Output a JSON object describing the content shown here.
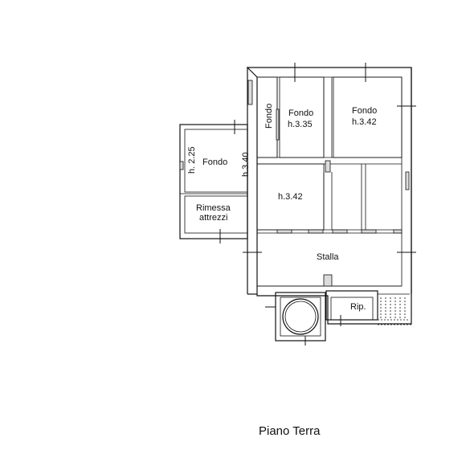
{
  "plan": {
    "title": "Piano Terra",
    "rooms": {
      "fondo_left_label": "Fondo",
      "fondo_left_h_side": "h. 2.25",
      "fondo_left_h_right": "h.3.40",
      "rimessa_line1": "Rimessa",
      "rimessa_line2": "attrezzi",
      "fondo_vertical": "Fondo",
      "fondo_mid_label": "Fondo",
      "fondo_mid_height": "h.3.35",
      "fondo_right_label": "Fondo",
      "fondo_right_height": "h.3.42",
      "room_height": "h.3.42",
      "stalla": "Stalla",
      "rip": "Rip."
    }
  }
}
